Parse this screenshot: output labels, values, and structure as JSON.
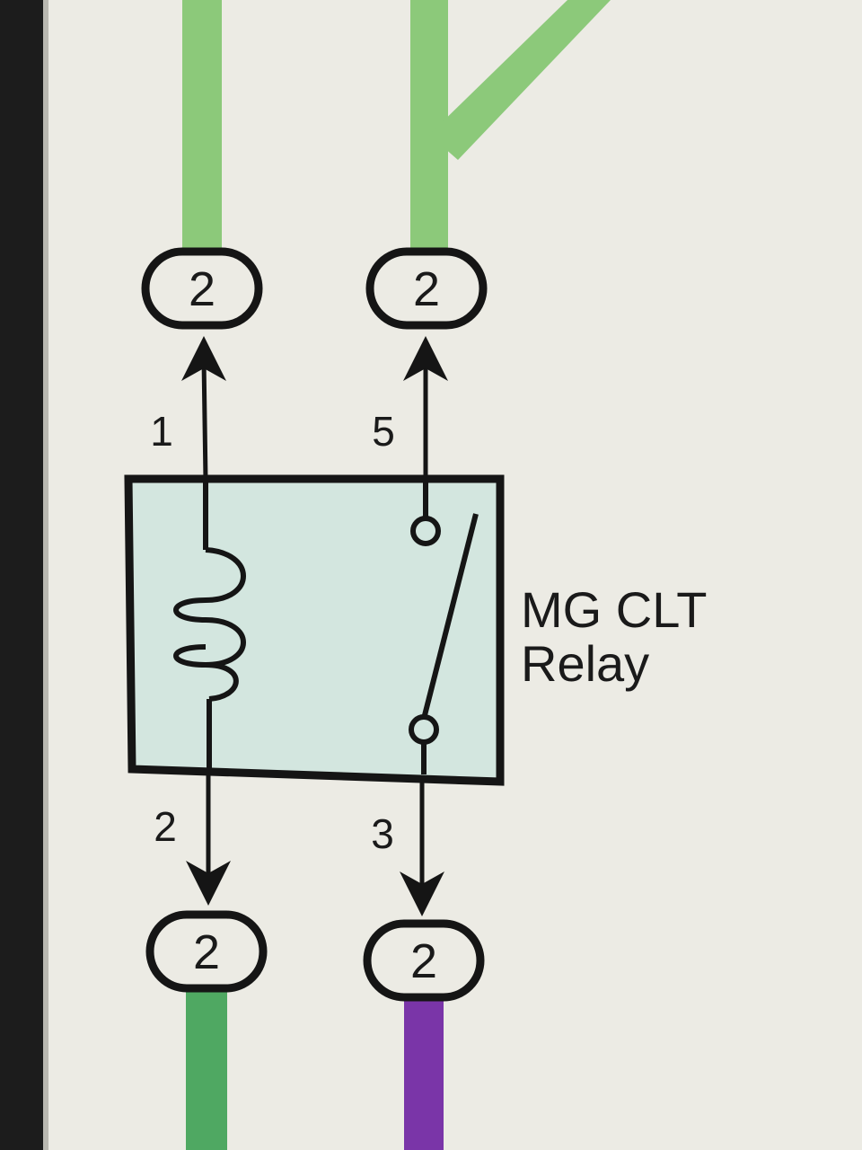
{
  "component": {
    "name_line1": "MG CLT",
    "name_line2": "Relay"
  },
  "pins": {
    "top_left": "1",
    "top_right": "5",
    "bottom_left": "2",
    "bottom_right": "3"
  },
  "connectors": {
    "top_left": "2",
    "top_right": "2",
    "bottom_left": "2",
    "bottom_right": "2"
  },
  "colors": {
    "wire_green_light": "#8cc97a",
    "wire_green_dark": "#4fa862",
    "wire_purple": "#7a35a8",
    "relay_fill": "#d3e6df",
    "screen_background": "#ecebe4",
    "bezel": "#1c1c1c",
    "line": "#151515"
  }
}
